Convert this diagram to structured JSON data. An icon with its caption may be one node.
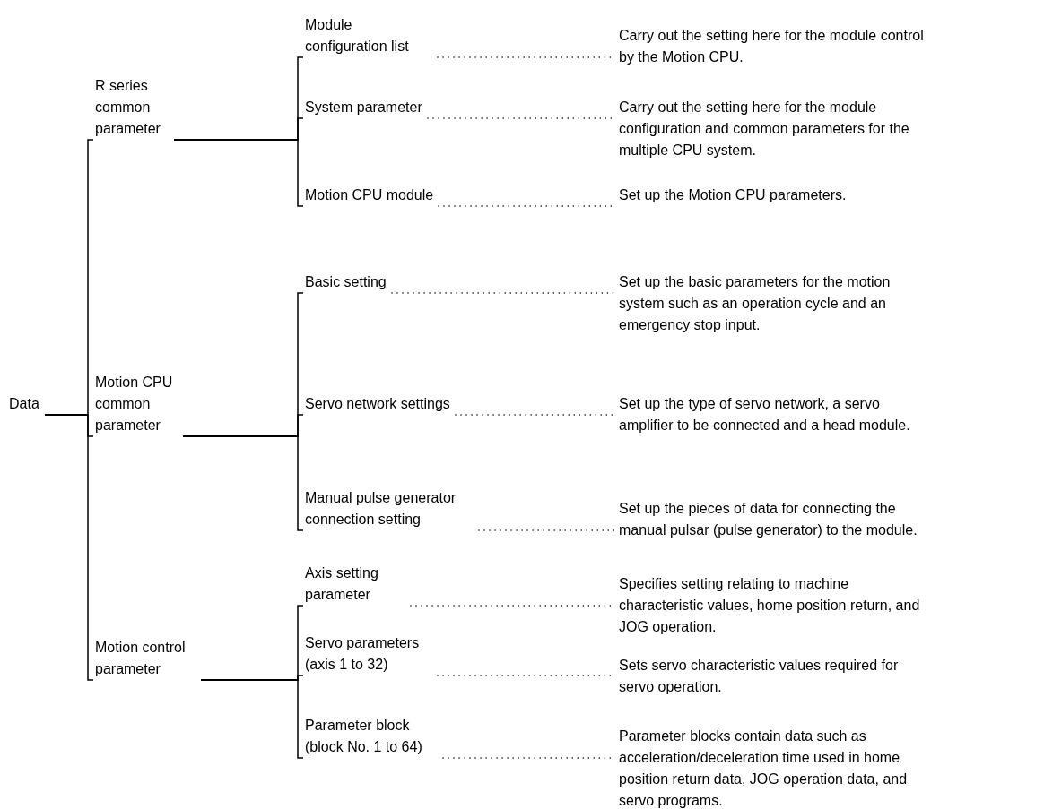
{
  "diagram": {
    "nodes": [
      {
        "text": [
          "Data"
        ]
      },
      {
        "text": [
          "R series common parameter"
        ]
      },
      {
        "text": [
          "Motion CPU common parameter"
        ]
      },
      {
        "text": [
          "Motion control parameter"
        ]
      },
      {
        "text": [
          "Module configuration list"
        ]
      },
      {
        "text": [
          "System parameter"
        ]
      },
      {
        "text": [
          "Motion CPU module"
        ]
      },
      {
        "text": [
          "Basic setting"
        ]
      },
      {
        "text": [
          "Servo network settings"
        ]
      },
      {
        "text": [
          "Manual pulse generator connection setting"
        ]
      },
      {
        "text": [
          "Axis setting parameter"
        ]
      },
      {
        "text": [
          "Servo parameters (axis 1 to 32)"
        ]
      },
      {
        "text": [
          "Parameter block (block No. 1 to 64)"
        ]
      },
      {
        "text": [
          "Carry out the setting here for the module control by the Motion CPU."
        ]
      },
      {
        "text": [
          "Carry out the setting here for the module configuration and common parameters for the multiple CPU system."
        ]
      },
      {
        "text": [
          "Set up the Motion CPU parameters."
        ]
      },
      {
        "text": [
          "Set up the basic parameters for the motion system such as an operation cycle and an emergency stop input."
        ]
      },
      {
        "text": [
          "Set up the type of servo network, a servo amplifier to be connected and a head module."
        ]
      },
      {
        "text": [
          "Set up the pieces of data for connecting the manual pulsar (pulse generator) to the module."
        ]
      },
      {
        "text": [
          "Specifies setting relating to machine characteristic values, home position return, and JOG operation."
        ]
      },
      {
        "text": [
          "Sets servo characteristic values required for servo operation."
        ]
      },
      {
        "text": [
          "Parameter blocks contain data such as acceleration/deceleration time used in home position return data, JOG operation data, and servo programs."
        ]
      }
    ],
    "edges": [
      {
        "from": 0,
        "to": 1,
        "arrow": "none"
      },
      {
        "from": 0,
        "to": 2,
        "arrow": "none"
      },
      {
        "from": 0,
        "to": 3,
        "arrow": "none"
      },
      {
        "from": 1,
        "to": 4,
        "arrow": "none"
      },
      {
        "from": 1,
        "to": 5,
        "arrow": "none"
      },
      {
        "from": 1,
        "to": 6,
        "arrow": "none"
      },
      {
        "from": 2,
        "to": 7,
        "arrow": "none"
      },
      {
        "from": 2,
        "to": 8,
        "arrow": "none"
      },
      {
        "from": 2,
        "to": 9,
        "arrow": "none"
      },
      {
        "from": 3,
        "to": 10,
        "arrow": "none"
      },
      {
        "from": 3,
        "to": 11,
        "arrow": "none"
      },
      {
        "from": 3,
        "to": 12,
        "arrow": "none"
      },
      {
        "from": 4,
        "to": 13,
        "arrow": "none",
        "style": "dashed"
      },
      {
        "from": 5,
        "to": 14,
        "arrow": "none",
        "style": "dashed"
      },
      {
        "from": 6,
        "to": 15,
        "arrow": "none",
        "style": "dashed"
      },
      {
        "from": 7,
        "to": 16,
        "arrow": "none",
        "style": "dashed"
      },
      {
        "from": 8,
        "to": 17,
        "arrow": "none",
        "style": "dashed"
      },
      {
        "from": 9,
        "to": 18,
        "arrow": "none",
        "style": "dashed"
      },
      {
        "from": 10,
        "to": 19,
        "arrow": "none",
        "style": "dashed"
      },
      {
        "from": 11,
        "to": 20,
        "arrow": "none",
        "style": "dashed"
      },
      {
        "from": 12,
        "to": 21,
        "arrow": "none",
        "style": "dashed"
      }
    ]
  }
}
